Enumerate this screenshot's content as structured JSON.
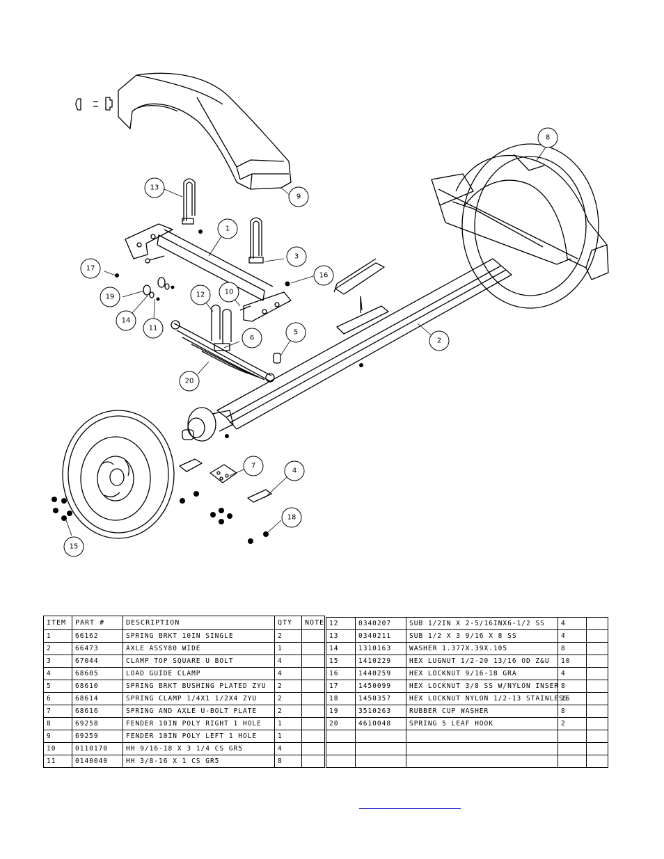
{
  "callouts": [
    {
      "id": "1"
    },
    {
      "id": "2"
    },
    {
      "id": "3"
    },
    {
      "id": "4"
    },
    {
      "id": "5"
    },
    {
      "id": "6"
    },
    {
      "id": "7"
    },
    {
      "id": "8"
    },
    {
      "id": "9"
    },
    {
      "id": "10"
    },
    {
      "id": "11"
    },
    {
      "id": "12"
    },
    {
      "id": "13"
    },
    {
      "id": "14"
    },
    {
      "id": "15"
    },
    {
      "id": "16"
    },
    {
      "id": "17"
    },
    {
      "id": "18"
    },
    {
      "id": "19"
    },
    {
      "id": "20"
    }
  ],
  "parts_table": {
    "headers": {
      "item": "ITEM",
      "part": "PART #",
      "description": "DESCRIPTION",
      "qty": "QTY",
      "note": "NOTE"
    },
    "left_rows": [
      {
        "item": "1",
        "part": "66162",
        "description": "SPRING BRKT  10IN SINGLE",
        "qty": "2",
        "note": ""
      },
      {
        "item": "2",
        "part": "66473",
        "description": "AXLE ASSY80 WIDE",
        "qty": "1",
        "note": ""
      },
      {
        "item": "3",
        "part": "67044",
        "description": "CLAMP TOP SQUARE U BOLT",
        "qty": "4",
        "note": ""
      },
      {
        "item": "4",
        "part": "68605",
        "description": "LOAD GUIDE CLAMP",
        "qty": "4",
        "note": ""
      },
      {
        "item": "5",
        "part": "68610",
        "description": "SPRING BRKT BUSHING PLATED ZYU",
        "qty": "2",
        "note": ""
      },
      {
        "item": "6",
        "part": "68614",
        "description": "SPRING CLAMP   1/4X1 1/2X4  ZYU",
        "qty": "2",
        "note": ""
      },
      {
        "item": "7",
        "part": "68616",
        "description": "SPRING AND AXLE U-BOLT PLATE",
        "qty": "2",
        "note": ""
      },
      {
        "item": "8",
        "part": "69258",
        "description": "FENDER  10IN POLY RIGHT 1 HOLE",
        "qty": "1",
        "note": ""
      },
      {
        "item": "9",
        "part": "69259",
        "description": "FENDER  10IN POLY LEFT 1 HOLE",
        "qty": "1",
        "note": ""
      },
      {
        "item": "10",
        "part": "0110170",
        "description": "HH 9/16-18 X 3 1/4 CS GR5",
        "qty": "4",
        "note": ""
      },
      {
        "item": "11",
        "part": "0140040",
        "description": "HH 3/8-16 X 1 CS GR5",
        "qty": "8",
        "note": ""
      }
    ],
    "right_rows": [
      {
        "item": "12",
        "part": "0340207",
        "description": "SUB 1/2IN X 2-5/16INX6-1/2 SS",
        "qty": "4",
        "note": ""
      },
      {
        "item": "13",
        "part": "0340211",
        "description": "SUB 1/2 X 3 9/16 X 8 SS",
        "qty": "4",
        "note": ""
      },
      {
        "item": "14",
        "part": "1310163",
        "description": "WASHER 1.377X.39X.105",
        "qty": "8",
        "note": ""
      },
      {
        "item": "15",
        "part": "1410229",
        "description": "HEX LUGNUT 1/2-20 13/16 OD Z&U",
        "qty": "10",
        "note": ""
      },
      {
        "item": "16",
        "part": "1440259",
        "description": "HEX LOCKNUT 9/16-18 GRA",
        "qty": "4",
        "note": ""
      },
      {
        "item": "17",
        "part": "1450099",
        "description": "HEX LOCKNUT 3/8 SS W/NYLON INSER",
        "qty": "8",
        "note": ""
      },
      {
        "item": "18",
        "part": "1450357",
        "description": "HEX LOCKNUT NYLON 1/2-13 STAINLESS",
        "qty": "16",
        "note": ""
      },
      {
        "item": "19",
        "part": "3510263",
        "description": "RUBBER CUP WASHER",
        "qty": "8",
        "note": ""
      },
      {
        "item": "20",
        "part": "4610048",
        "description": "SPRING  5 LEAF HOOK",
        "qty": "2",
        "note": ""
      },
      {
        "item": "",
        "part": "",
        "description": "",
        "qty": "",
        "note": ""
      },
      {
        "item": "",
        "part": "",
        "description": "",
        "qty": "",
        "note": ""
      },
      {
        "item": "",
        "part": "",
        "description": "",
        "qty": "",
        "note": ""
      }
    ]
  }
}
